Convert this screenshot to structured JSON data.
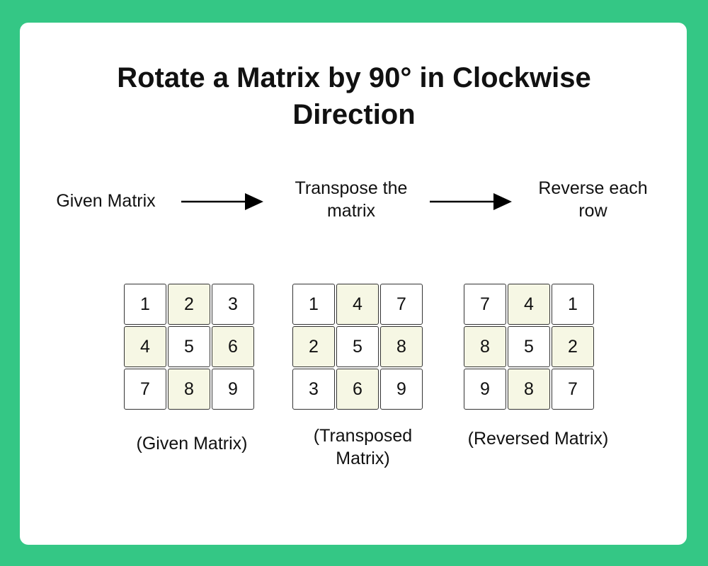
{
  "title": {
    "line1": "Rotate a Matrix by 90° in Clockwise",
    "line2": "Direction"
  },
  "steps": [
    {
      "lines": [
        "Given Matrix"
      ]
    },
    {
      "lines": [
        "Transpose the",
        "matrix"
      ]
    },
    {
      "lines": [
        "Reverse each",
        "row"
      ]
    }
  ],
  "matrices": [
    {
      "caption_lines": [
        "(Given Matrix)"
      ],
      "cells": [
        [
          "1",
          "2",
          "3"
        ],
        [
          "4",
          "5",
          "6"
        ],
        [
          "7",
          "8",
          "9"
        ]
      ]
    },
    {
      "caption_lines": [
        "(Transposed",
        "Matrix)"
      ],
      "cells": [
        [
          "1",
          "4",
          "7"
        ],
        [
          "2",
          "5",
          "8"
        ],
        [
          "3",
          "6",
          "9"
        ]
      ]
    },
    {
      "caption_lines": [
        "(Reversed Matrix)"
      ],
      "cells": [
        [
          "7",
          "4",
          "1"
        ],
        [
          "8",
          "5",
          "2"
        ],
        [
          "9",
          "8",
          "7"
        ]
      ]
    }
  ],
  "colors": {
    "background": "#34c785",
    "card": "#ffffff",
    "highlight_cell": "#f6f7e4",
    "text": "#111111"
  }
}
